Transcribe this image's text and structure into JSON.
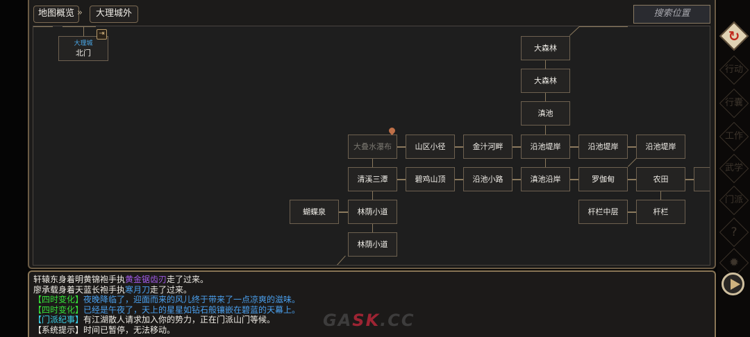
{
  "header": {
    "map_overview_label": "地图概览",
    "breadcrumb_sep": "»",
    "current_area_label": "大理城外",
    "search_placeholder": "搜索位置"
  },
  "map": {
    "exit_node": {
      "region": "大理城",
      "name": "北门",
      "icon": "exit-door-icon"
    },
    "nodes": [
      {
        "id": "forest1",
        "label": "大森林"
      },
      {
        "id": "forest2",
        "label": "大森林"
      },
      {
        "id": "dianchi",
        "label": "滇池"
      },
      {
        "id": "waterfall",
        "label": "大叠水瀑布",
        "current": true
      },
      {
        "id": "mountainpath",
        "label": "山区小径"
      },
      {
        "id": "jinzhi",
        "label": "金汁河畔"
      },
      {
        "id": "bank1",
        "label": "沿池堤岸"
      },
      {
        "id": "bank2",
        "label": "沿池堤岸"
      },
      {
        "id": "bank3",
        "label": "沿池堤岸"
      },
      {
        "id": "qingxi",
        "label": "清溪三潭"
      },
      {
        "id": "biji",
        "label": "碧鸡山顶"
      },
      {
        "id": "yanchi",
        "label": "沿池小路"
      },
      {
        "id": "dianchishore",
        "label": "滇池沿岸"
      },
      {
        "id": "luojiadian",
        "label": "罗伽甸"
      },
      {
        "id": "farmland",
        "label": "农田"
      },
      {
        "id": "butterfly",
        "label": "蝴蝶泉"
      },
      {
        "id": "linyin1",
        "label": "林荫小道"
      },
      {
        "id": "linyin2",
        "label": "林荫小道"
      },
      {
        "id": "ganlan_mid",
        "label": "杆栏中层"
      },
      {
        "id": "ganlan",
        "label": "杆栏"
      }
    ],
    "location_marker_icon": "location-pin-icon"
  },
  "log": {
    "lines": [
      {
        "parts": [
          {
            "text": "轩辕东身着明黄锦袍手执",
            "color": "white"
          },
          {
            "text": "黄金锯齿刃",
            "color": "purple"
          },
          {
            "text": "走了过来。",
            "color": "white"
          }
        ]
      },
      {
        "parts": [
          {
            "text": "廖承载身着天蓝长袍手执",
            "color": "white"
          },
          {
            "text": "寒月刀",
            "color": "blue"
          },
          {
            "text": "走了过来。",
            "color": "white"
          }
        ]
      },
      {
        "parts": [
          {
            "text": "【四时变化】",
            "color": "green"
          },
          {
            "text": "夜晚降临了，迎面而来的风儿终于带来了一点凉爽的滋味。",
            "color": "blue"
          }
        ]
      },
      {
        "parts": [
          {
            "text": "【四时变化】",
            "color": "green"
          },
          {
            "text": "已经是午夜了，天上的星星如钻石般镶嵌在碧蓝的天幕上。",
            "color": "blue"
          }
        ]
      },
      {
        "parts": [
          {
            "text": "【门派纪事】",
            "color": "cyan"
          },
          {
            "text": "有江湖散人请求加入你的势力，正在门派山门等候。",
            "color": "white"
          }
        ]
      },
      {
        "parts": [
          {
            "text": "【系统提示】",
            "color": "white"
          },
          {
            "text": "时间已暂停，无法移动。",
            "color": "white"
          }
        ]
      }
    ]
  },
  "sidebar": {
    "items": [
      {
        "id": "map",
        "label": "",
        "icon": "map-swirl-icon",
        "active": true
      },
      {
        "id": "action",
        "label": "行动",
        "icon": "action-icon"
      },
      {
        "id": "inventory",
        "label": "行囊",
        "icon": "bag-icon"
      },
      {
        "id": "work",
        "label": "工作",
        "icon": "work-icon"
      },
      {
        "id": "martial",
        "label": "武学",
        "icon": "martial-arts-icon"
      },
      {
        "id": "sect",
        "label": "门派",
        "icon": "sect-icon"
      },
      {
        "id": "help",
        "label": "?",
        "icon": "help-icon"
      },
      {
        "id": "settings",
        "label": "✹",
        "icon": "gear-icon"
      }
    ],
    "play_icon": "play-icon"
  },
  "watermark": {
    "prefix": "GA",
    "accent": "SK",
    "suffix": ".CC"
  }
}
